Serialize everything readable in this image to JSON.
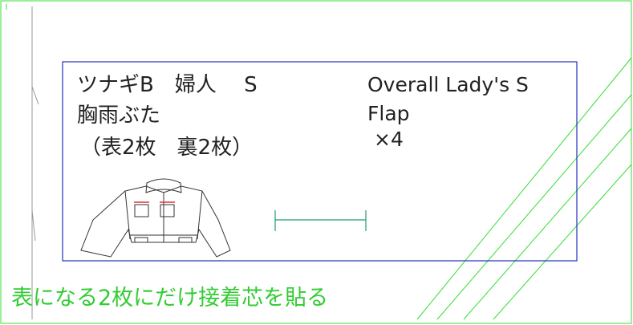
{
  "colors": {
    "background": "#ffffff",
    "frame_line": "#33dd33",
    "label_box": "#2233bb",
    "text_black": "#222222",
    "text_green": "#33cc33",
    "dimension_line": "#229977",
    "pocket_accent": "#e03030",
    "guide_line_gray": "#888888"
  },
  "label": {
    "ja_line1": "ツナギB　婦人　 S",
    "ja_line2": "胸雨ぶた",
    "ja_line3": "（表2枚　裏2枚）",
    "en_line1": "Overall Lady's S",
    "en_line2": "Flap",
    "en_line3": "×4"
  },
  "instruction": {
    "text": "表になる2枚にだけ接着芯を貼る"
  },
  "icons": {
    "garment": "jacket-icon",
    "dimension": "dimension-line-icon"
  }
}
